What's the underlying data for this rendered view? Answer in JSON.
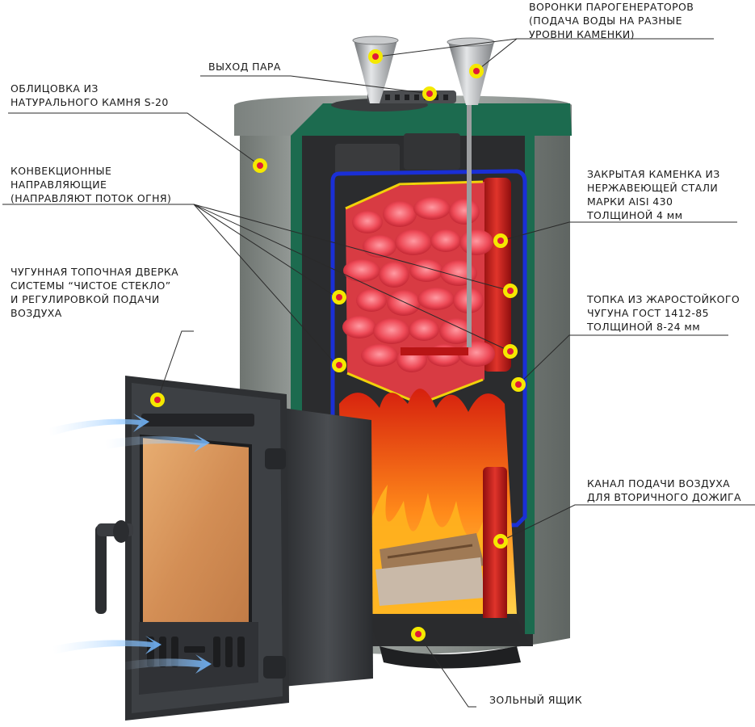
{
  "labels": {
    "funnels": [
      "ВОРОНКИ ПАРОГЕНЕРАТОРОВ",
      "(ПОДАЧА ВОДЫ НА РАЗНЫЕ",
      "УРОВНИ КАМЕНКИ)"
    ],
    "steam_outlet": [
      "ВЫХОД ПАРА"
    ],
    "cladding": [
      "ОБЛИЦОВКА ИЗ",
      "НАТУРАЛЬНОГО КАМНЯ S-20"
    ],
    "convection": [
      "КОНВЕКЦИОННЫЕ",
      "НАПРАВЛЯЮЩИЕ",
      "(НАПРАВЛЯЮТ ПОТОК ОГНЯ)"
    ],
    "door": [
      "ЧУГУННАЯ ТОПОЧНАЯ ДВЕРКА",
      "СИСТЕМЫ “ЧИСТОЕ СТЕКЛО”",
      "И РЕГУЛИРОВКОЙ ПОДАЧИ",
      "ВОЗДУХА"
    ],
    "heater": [
      "ЗАКРЫТАЯ КАМЕНКА ИЗ",
      "НЕРЖАВЕЮЩЕЙ СТАЛИ",
      "МАРКИ AISI 430",
      "ТОЛЩИНОЙ 4 мм"
    ],
    "firebox": [
      "ТОПКА ИЗ ЖАРОСТОЙКОГО",
      "ЧУГУНА ГОСТ 1412-85",
      "ТОЛЩИНОЙ 8-24 мм"
    ],
    "air_channel": [
      "КАНАЛ ПОДАЧИ ВОЗДУХА",
      "ДЛЯ ВТОРИЧНОГО ДОЖИГА"
    ],
    "ash_box": [
      "ЗОЛЬНЫЙ ЯЩИК"
    ]
  },
  "colors": {
    "stone": "#8e9490",
    "green_band": "#1c6b4f",
    "heater_outline": "#1a2fd6",
    "firebox_red": "#c8201c",
    "stones_pink": "#ef5560",
    "door_iron": "#3b3d40",
    "glass": "#d6985e",
    "marker_fill": "#f5e800",
    "marker_ring": "#e0193a"
  }
}
